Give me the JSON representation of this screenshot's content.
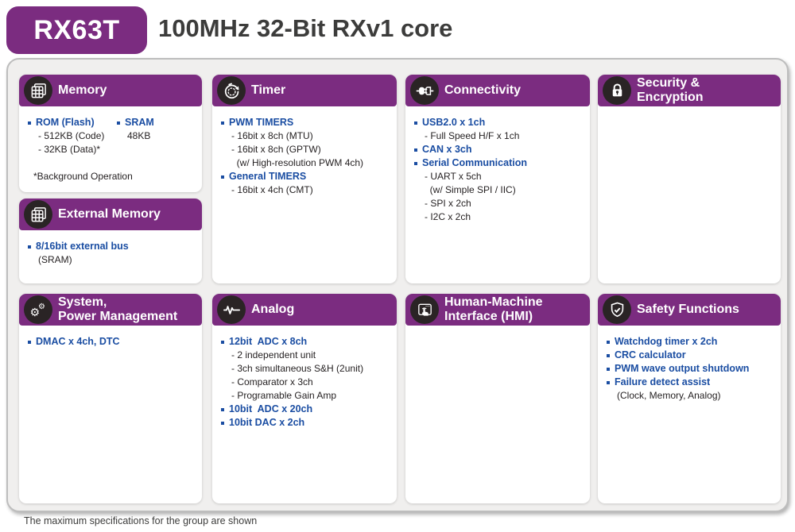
{
  "header": {
    "badge": "RX63T",
    "title": "100MHz 32-Bit RXv1 core"
  },
  "colors": {
    "purple": "#7b2c80",
    "blue": "#1a4da2",
    "icon_circle_bg": "#2a2425",
    "panel_bg": "#f0efee",
    "card_bg": "#ffffff",
    "text_dark": "#231f20"
  },
  "cards": {
    "memory": {
      "title": "Memory",
      "icon": "memory-chip-icon",
      "columns": [
        [
          {
            "style": "primary",
            "text": "ROM (Flash)"
          },
          {
            "style": "sub",
            "text": "- 512KB (Code)"
          },
          {
            "style": "sub",
            "text": "- 32KB (Data)*"
          }
        ],
        [
          {
            "style": "primary",
            "text": "SRAM"
          },
          {
            "style": "sub",
            "text": "48KB"
          }
        ]
      ],
      "footnote": "*Background Operation"
    },
    "external_memory": {
      "title": "External Memory",
      "icon": "memory-chip-icon",
      "items": [
        {
          "style": "primary",
          "text": "8/16bit external bus"
        },
        {
          "style": "sub",
          "text": "(SRAM)"
        }
      ]
    },
    "timer": {
      "title": "Timer",
      "icon": "stopwatch-icon",
      "items": [
        {
          "style": "primary",
          "text": "PWM TIMERS"
        },
        {
          "style": "sub",
          "text": "- 16bit x 8ch (MTU)"
        },
        {
          "style": "sub",
          "text": "- 16bit x 8ch (GPTW)"
        },
        {
          "style": "sub",
          "text": "  (w/ High-resolution PWM 4ch)"
        },
        {
          "style": "primary",
          "text": "General TIMERS"
        },
        {
          "style": "sub",
          "text": "- 16bit x 4ch (CMT)"
        }
      ]
    },
    "connectivity": {
      "title": "Connectivity",
      "icon": "plug-icon",
      "items": [
        {
          "style": "primary",
          "text": "USB2.0 x 1ch"
        },
        {
          "style": "sub",
          "text": "- Full Speed H/F x 1ch"
        },
        {
          "style": "primary",
          "text": "CAN x 3ch"
        },
        {
          "style": "primary",
          "text": "Serial Communication"
        },
        {
          "style": "sub",
          "text": "- UART x 5ch"
        },
        {
          "style": "sub",
          "text": "  (w/ Simple SPI / IIC)"
        },
        {
          "style": "sub",
          "text": "- SPI x 2ch"
        },
        {
          "style": "sub",
          "text": "- I2C x 2ch"
        }
      ]
    },
    "security": {
      "title": "Security &\nEncryption",
      "icon": "lock-icon",
      "items": []
    },
    "system": {
      "title": "System,\nPower Management",
      "icon": "gears-icon",
      "items": [
        {
          "style": "primary",
          "text": "DMAC x 4ch, DTC"
        }
      ]
    },
    "analog": {
      "title": "Analog",
      "icon": "waveform-icon",
      "items": [
        {
          "style": "primary",
          "text": "12bit  ADC x 8ch"
        },
        {
          "style": "sub",
          "text": "- 2 independent unit"
        },
        {
          "style": "sub",
          "text": "- 3ch simultaneous S&H (2unit)"
        },
        {
          "style": "sub",
          "text": "- Comparator x 3ch"
        },
        {
          "style": "sub",
          "text": "- Programable Gain Amp"
        },
        {
          "style": "primary",
          "text": "10bit  ADC x 20ch"
        },
        {
          "style": "primary",
          "text": "10bit DAC x 2ch"
        }
      ]
    },
    "hmi": {
      "title": "Human-Machine\nInterface (HMI)",
      "icon": "touchscreen-icon",
      "items": []
    },
    "safety": {
      "title": "Safety Functions",
      "icon": "shield-check-icon",
      "items": [
        {
          "style": "primary",
          "text": "Watchdog timer x 2ch"
        },
        {
          "style": "primary",
          "text": "CRC calculator"
        },
        {
          "style": "primary",
          "text": "PWM wave output shutdown"
        },
        {
          "style": "primary",
          "text": "Failure detect assist"
        },
        {
          "style": "sub",
          "text": "(Clock, Memory, Analog)"
        }
      ]
    }
  },
  "footer": {
    "note": "The maximum specifications for the group are shown"
  }
}
